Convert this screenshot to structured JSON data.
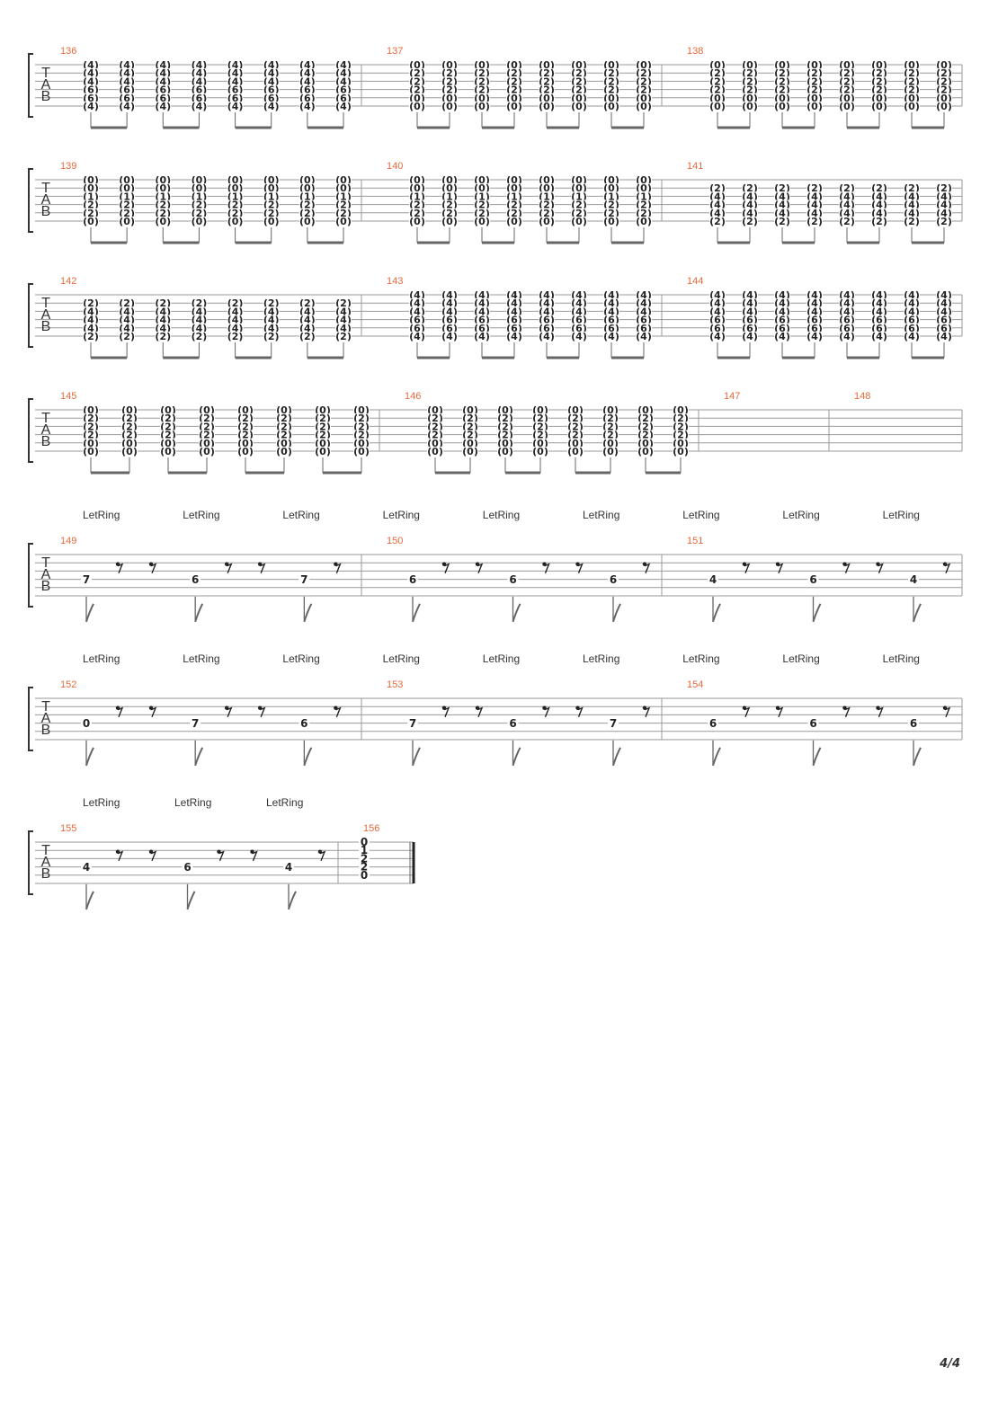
{
  "page": {
    "page_number": "4/4",
    "tab_clef": [
      "T",
      "A",
      "B"
    ]
  },
  "labels": {
    "let_ring": "LetRing"
  },
  "colors": {
    "measure_number": "#e8693a",
    "ink": "#222222",
    "line": "#9a9a9a",
    "stem": "#666666"
  },
  "systems": [
    {
      "measures": [
        {
          "number": "136",
          "chord": [
            "(4)",
            "(4)",
            "(4)",
            "(6)",
            "(6)",
            "(4)"
          ]
        },
        {
          "number": "137",
          "chord": [
            "(0)",
            "(2)",
            "(2)",
            "(2)",
            "(0)",
            "(0)"
          ]
        },
        {
          "number": "138",
          "chord": [
            "(0)",
            "(2)",
            "(2)",
            "(2)",
            "(0)",
            "(0)"
          ]
        }
      ]
    },
    {
      "measures": [
        {
          "number": "139",
          "chord": [
            "(0)",
            "(0)",
            "(1)",
            "(2)",
            "(2)",
            "(0)"
          ]
        },
        {
          "number": "140",
          "chord": [
            "(0)",
            "(0)",
            "(1)",
            "(2)",
            "(2)",
            "(0)"
          ]
        },
        {
          "number": "141",
          "chord": [
            "(2)",
            "(4)",
            "(4)",
            "(4)",
            "(2)"
          ]
        }
      ]
    },
    {
      "measures": [
        {
          "number": "142",
          "chord": [
            "(2)",
            "(4)",
            "(4)",
            "(4)",
            "(2)"
          ]
        },
        {
          "number": "143",
          "chord": [
            "(4)",
            "(4)",
            "(4)",
            "(6)",
            "(6)",
            "(4)"
          ]
        },
        {
          "number": "144",
          "chord": [
            "(4)",
            "(4)",
            "(4)",
            "(6)",
            "(6)",
            "(4)"
          ]
        }
      ]
    },
    {
      "measures": [
        {
          "number": "145",
          "chord": [
            "(0)",
            "(2)",
            "(2)",
            "(2)",
            "(0)",
            "(0)"
          ]
        },
        {
          "number": "146",
          "chord": [
            "(0)",
            "(2)",
            "(2)",
            "(2)",
            "(0)",
            "(0)"
          ]
        },
        {
          "number": "147",
          "chord": []
        },
        {
          "number": "148",
          "chord": []
        }
      ]
    },
    {
      "let_ring_count": 9,
      "measures": [
        {
          "number": "149",
          "notes": [
            "7",
            "6",
            "7"
          ]
        },
        {
          "number": "150",
          "notes": [
            "6",
            "6",
            "6"
          ]
        },
        {
          "number": "151",
          "notes": [
            "4",
            "6",
            "4"
          ]
        }
      ]
    },
    {
      "let_ring_count": 9,
      "measures": [
        {
          "number": "152",
          "notes": [
            "0",
            "7",
            "6"
          ]
        },
        {
          "number": "153",
          "notes": [
            "7",
            "6",
            "7"
          ]
        },
        {
          "number": "154",
          "notes": [
            "6",
            "6",
            "6"
          ]
        }
      ]
    },
    {
      "let_ring_count": 3,
      "measures": [
        {
          "number": "155",
          "notes": [
            "4",
            "6",
            "4"
          ]
        },
        {
          "number": "156",
          "final_chord": [
            "0",
            "1",
            "2",
            "2",
            "0"
          ]
        }
      ]
    }
  ]
}
